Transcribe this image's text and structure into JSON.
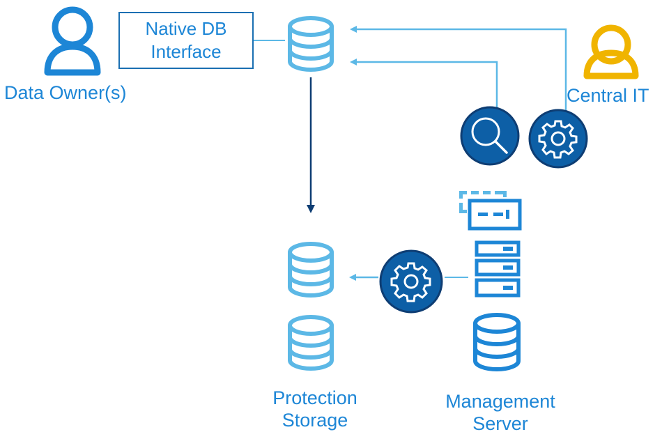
{
  "labels": {
    "native_db_line1": "Native DB",
    "native_db_line2": "Interface",
    "data_owner": "Data Owner(s)",
    "central_it": "Central IT",
    "protection_line1": "Protection",
    "protection_line2": "Storage",
    "management_line1": "Management",
    "management_line2": "Server"
  },
  "colors": {
    "label_blue": "#1d86d6",
    "light_blue": "#5cb8e6",
    "dark_blue": "#1a6fb2",
    "navy": "#0e3d73",
    "yellow": "#f0b400",
    "circle_fill": "#0d5fa6"
  },
  "icons": [
    "user-icon",
    "database-icon",
    "search-icon",
    "gear-icon",
    "server-icon",
    "virtual-machine-icon"
  ]
}
